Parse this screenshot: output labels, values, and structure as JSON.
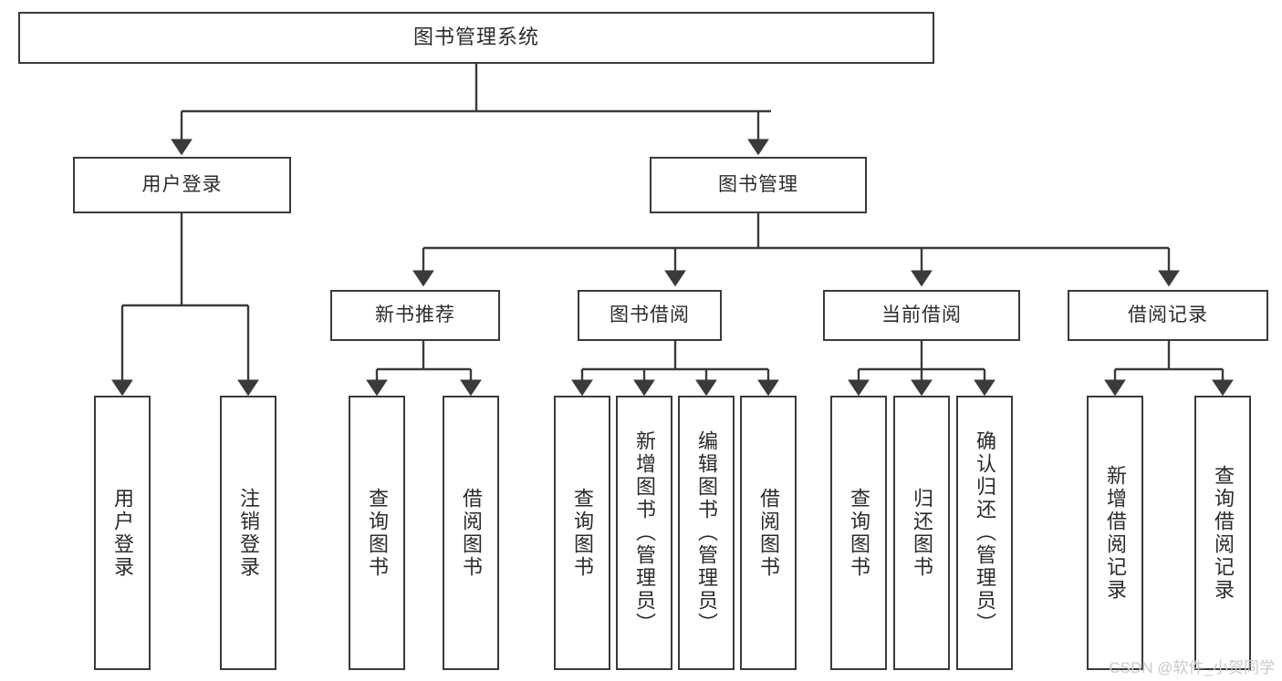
{
  "diagram": {
    "title_node": {
      "label": "图书管理系统"
    },
    "level1": [
      {
        "label": "用户登录"
      },
      {
        "label": "图书管理"
      }
    ],
    "level2": [
      {
        "label": "新书推荐"
      },
      {
        "label": "图书借阅"
      },
      {
        "label": "当前借阅"
      },
      {
        "label": "借阅记录"
      }
    ],
    "leaves": {
      "user_login": [
        {
          "label": "用户登录"
        },
        {
          "label": "注销登录"
        }
      ],
      "new_book_recommend": [
        {
          "label": "查询图书"
        },
        {
          "label": "借阅图书"
        }
      ],
      "book_borrow": [
        {
          "label": "查询图书"
        },
        {
          "label": "新增图书（管理员）"
        },
        {
          "label": "编辑图书（管理员）"
        },
        {
          "label": "借阅图书"
        }
      ],
      "current_borrow": [
        {
          "label": "查询图书"
        },
        {
          "label": "归还图书"
        },
        {
          "label": "确认归还（管理员）"
        }
      ],
      "borrow_record": [
        {
          "label": "新增借阅记录"
        },
        {
          "label": "查询借阅记录"
        }
      ]
    }
  },
  "watermark": {
    "text": "CSDN @软件_小贺同学"
  },
  "colors": {
    "line": "#3a3a3a",
    "text": "#2b2b2b",
    "background": "#ffffff",
    "watermark": "#c9c9c9"
  }
}
